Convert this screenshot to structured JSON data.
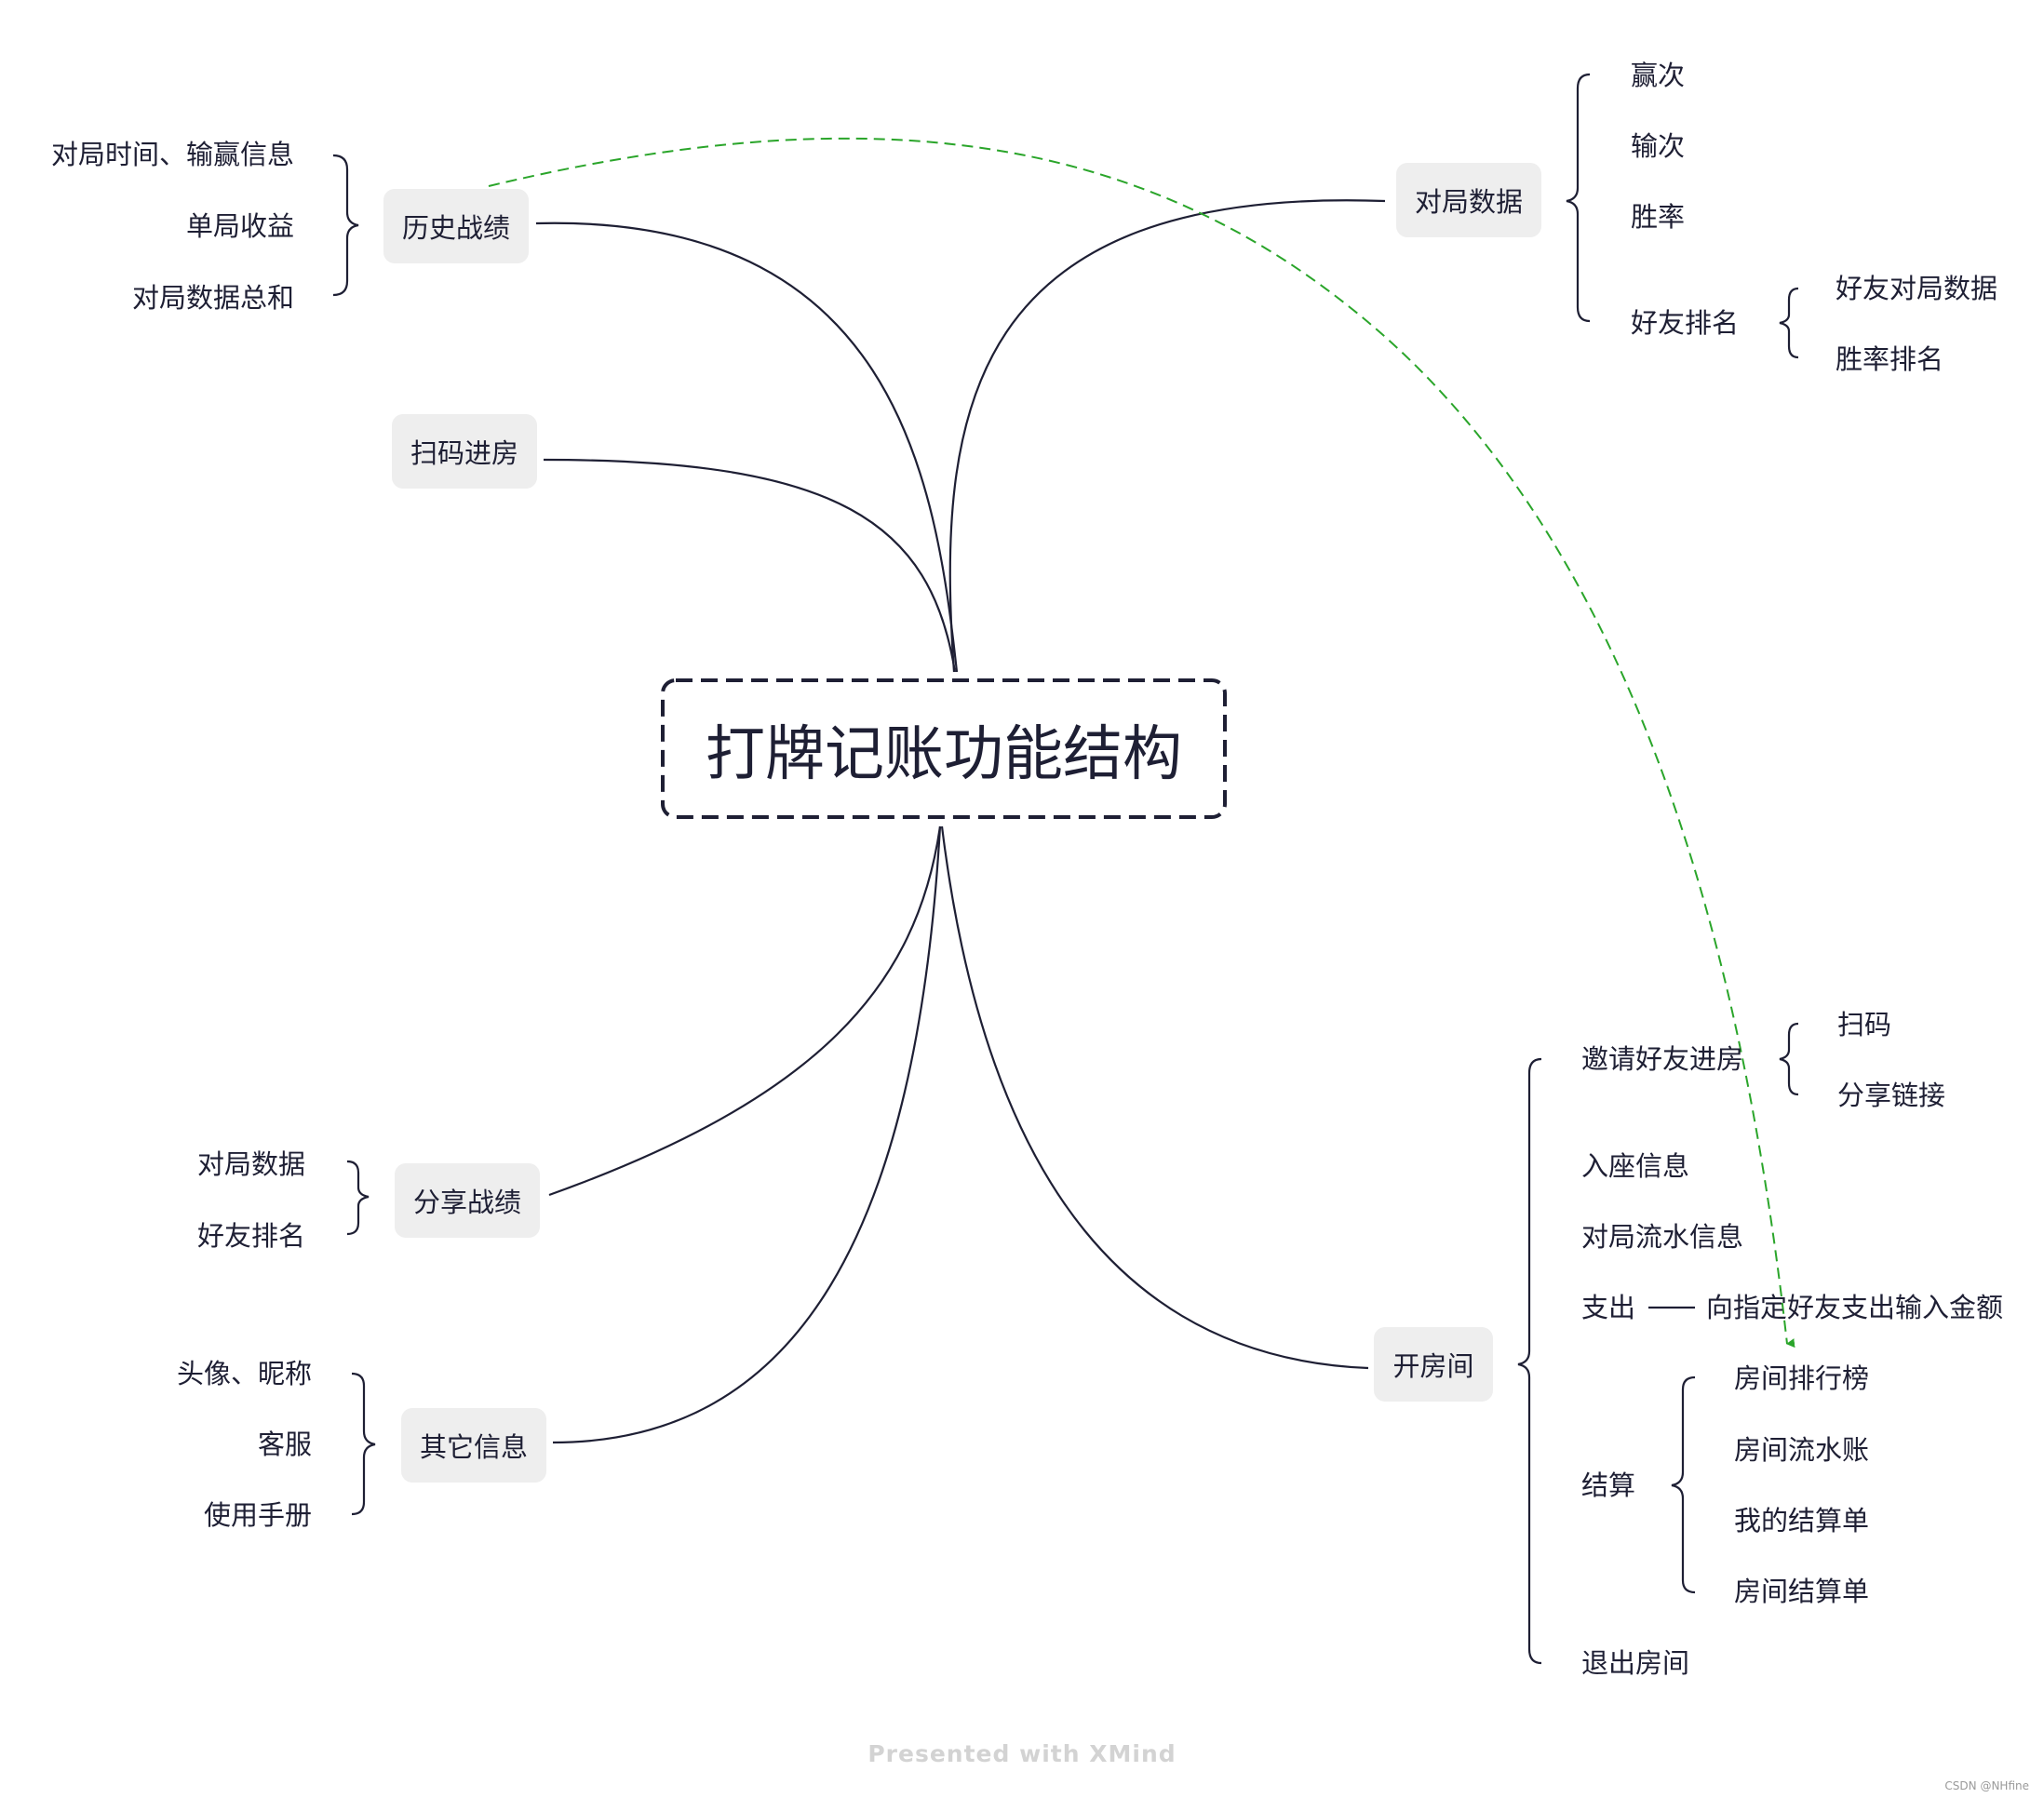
{
  "central": "打牌记账功能结构",
  "branches": {
    "history": {
      "label": "历史战绩",
      "items": [
        "对局时间、输赢信息",
        "单局收益",
        "对局数据总和"
      ]
    },
    "scan": {
      "label": "扫码进房"
    },
    "match_data": {
      "label": "对局数据",
      "items": [
        "赢次",
        "输次",
        "胜率",
        "好友排名"
      ],
      "friend_rank_items": [
        "好友对局数据",
        "胜率排名"
      ]
    },
    "share": {
      "label": "分享战绩",
      "items": [
        "对局数据",
        "好友排名"
      ]
    },
    "other": {
      "label": "其它信息",
      "items": [
        "头像、昵称",
        "客服",
        "使用手册"
      ]
    },
    "open_room": {
      "label": "开房间",
      "items": [
        "邀请好友进房",
        "入座信息",
        "对局流水信息",
        "支出",
        "结算",
        "退出房间"
      ],
      "invite_items": [
        "扫码",
        "分享链接"
      ],
      "expense_item": "向指定好友支出输入金额",
      "settle_items": [
        "房间排行榜",
        "房间流水账",
        "我的结算单",
        "房间结算单"
      ]
    }
  },
  "footer": "Presented with XMind",
  "watermark": "CSDN @NHfine",
  "colors": {
    "line": "#1e1f34",
    "relation": "#2aa52a",
    "topic_bg": "#eeeeee"
  }
}
